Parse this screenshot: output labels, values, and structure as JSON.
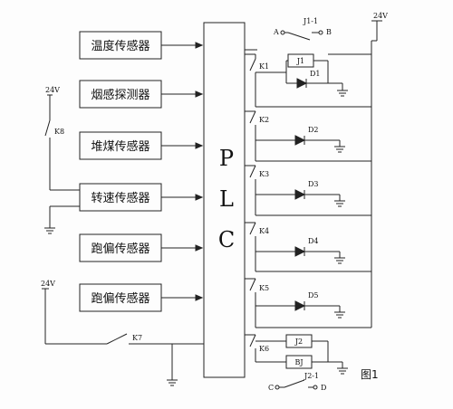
{
  "sensors": [
    "温度传感器",
    "烟感探测器",
    "堆煤传感器",
    "转速传感器",
    "跑偏传感器",
    "跑偏传感器"
  ],
  "plc_letters": [
    "P",
    "L",
    "C"
  ],
  "supply_labels": {
    "left_top": "24V",
    "left_bottom": "24V",
    "right_top": "24V"
  },
  "switches": {
    "k8": "K8",
    "k7": "K7",
    "j1_1": "J1-1",
    "j2_1": "J2-1"
  },
  "terminals": {
    "a": "A",
    "b": "B",
    "c": "C",
    "d": "D"
  },
  "outputs": [
    {
      "contact": "K1",
      "components": [
        "J1",
        "D1"
      ]
    },
    {
      "contact": "K2",
      "components": [
        "D2"
      ]
    },
    {
      "contact": "K3",
      "components": [
        "D3"
      ]
    },
    {
      "contact": "K4",
      "components": [
        "D4"
      ]
    },
    {
      "contact": "K5",
      "components": [
        "D5"
      ]
    },
    {
      "contact": "K6",
      "components": [
        "J2",
        "BJ"
      ]
    }
  ],
  "figure_label": "图1"
}
